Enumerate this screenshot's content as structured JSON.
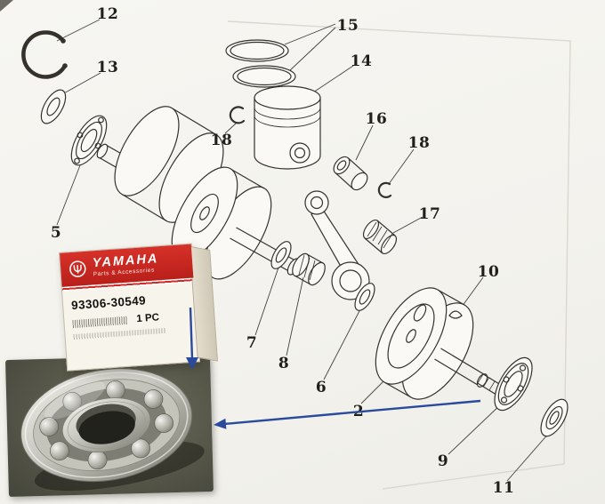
{
  "page": {
    "description": "Scanned exploded parts diagram of a Yamaha crankshaft assembly with photo insets of the genuine parts box and the main ball bearing, linked by blue arrows"
  },
  "diagram": {
    "callouts": [
      {
        "label": "12"
      },
      {
        "label": "13"
      },
      {
        "label": "5"
      },
      {
        "label": "15"
      },
      {
        "label": "14"
      },
      {
        "label": "18"
      },
      {
        "label": "16"
      },
      {
        "label": "18"
      },
      {
        "label": "17"
      },
      {
        "label": "10"
      },
      {
        "label": "7"
      },
      {
        "label": "8"
      },
      {
        "label": "6"
      },
      {
        "label": "2"
      },
      {
        "label": "9"
      },
      {
        "label": "11"
      }
    ]
  },
  "parts_box": {
    "brand": "YAMAHA",
    "tagline": "Parts & Accessories",
    "part_number": "93306-30549",
    "quantity": "1 PC",
    "accent_color": "#cf2a24"
  },
  "annotation": {
    "arrow_color": "#2a4a9b"
  }
}
